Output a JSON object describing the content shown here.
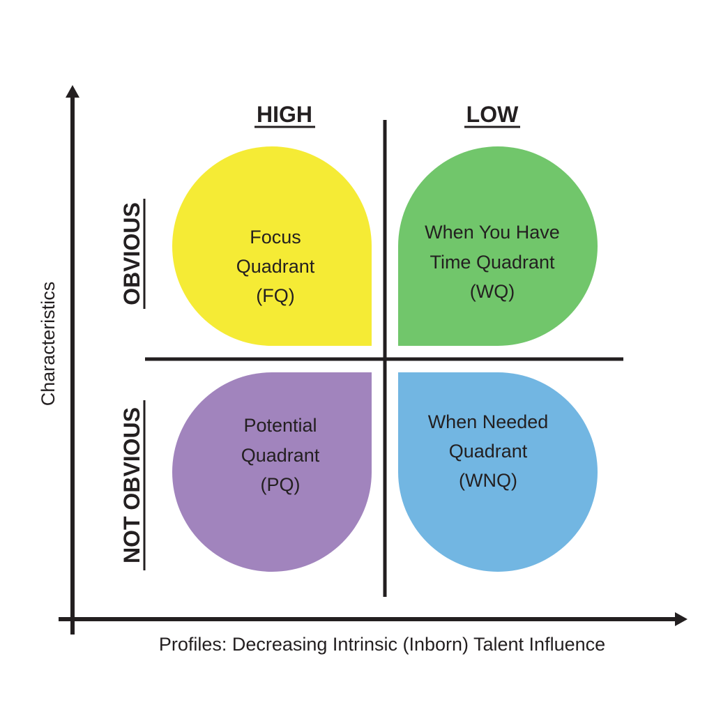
{
  "columns": {
    "high": "HIGH",
    "low": "LOW"
  },
  "rows": {
    "obvious": "OBVIOUS",
    "not_obvious": "NOT OBVIOUS"
  },
  "axes": {
    "y_label": "Characteristics",
    "x_label": "Profiles: Decreasing Intrinsic (Inborn) Talent Influence"
  },
  "quadrants": {
    "focus": {
      "lines": [
        "Focus",
        "Quadrant",
        "(FQ)"
      ],
      "color": "#f5eb35"
    },
    "when_you_have_time": {
      "lines": [
        "When You Have",
        "Time Quadrant",
        "(WQ)"
      ],
      "color": "#71c66b"
    },
    "potential": {
      "lines": [
        "Potential",
        "Quadrant",
        "(PQ)"
      ],
      "color": "#a184bd"
    },
    "when_needed": {
      "lines": [
        "When Needed",
        "Quadrant",
        "(WNQ)"
      ],
      "color": "#72b6e2"
    }
  }
}
